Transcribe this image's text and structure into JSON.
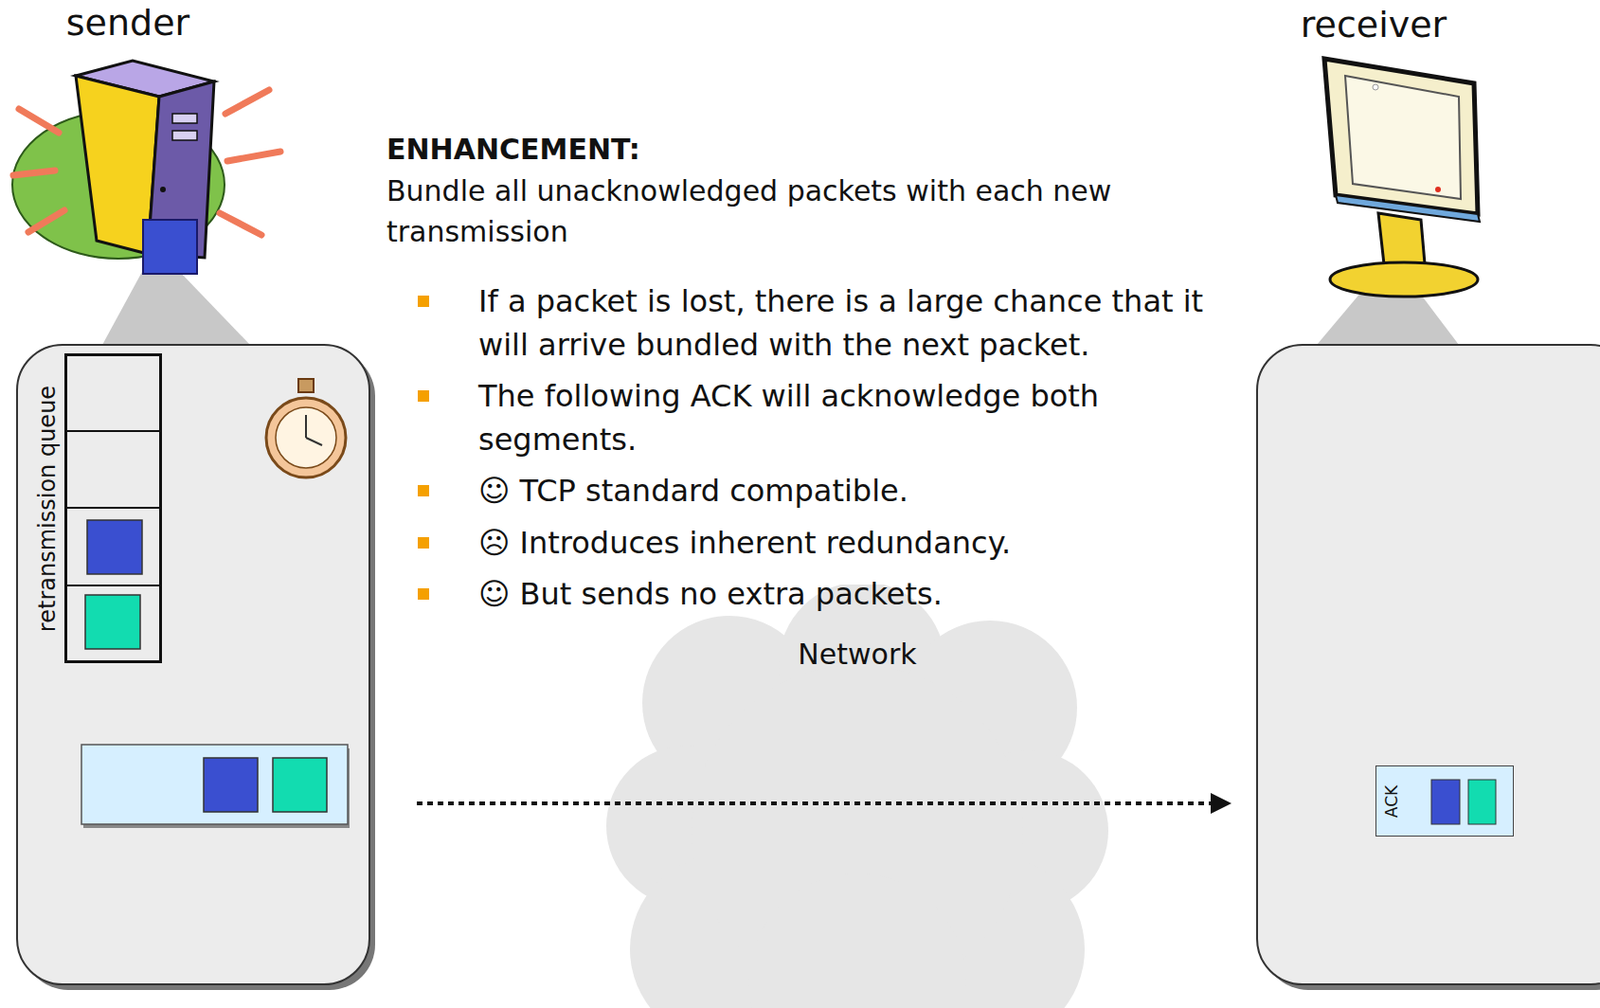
{
  "diagram": {
    "nodes": [
      {
        "text": [
          "retransmission queue"
        ]
      },
      {
        "text": [
          "Network"
        ]
      },
      {
        "text": [
          "ACK"
        ]
      }
    ],
    "labels": [
      "sender",
      "receiver",
      "ENHANCEMENT:",
      "Bundle all unacknowledged packets with each new transmission",
      "If a packet is lost, there is a large chance that it will arrive bundled with the next packet.",
      "The following ACK will acknowledge both segments.",
      "☺ TCP standard compatible.",
      "☹ Introduces inherent redundancy.",
      "☺ But sends no extra packets."
    ]
  }
}
